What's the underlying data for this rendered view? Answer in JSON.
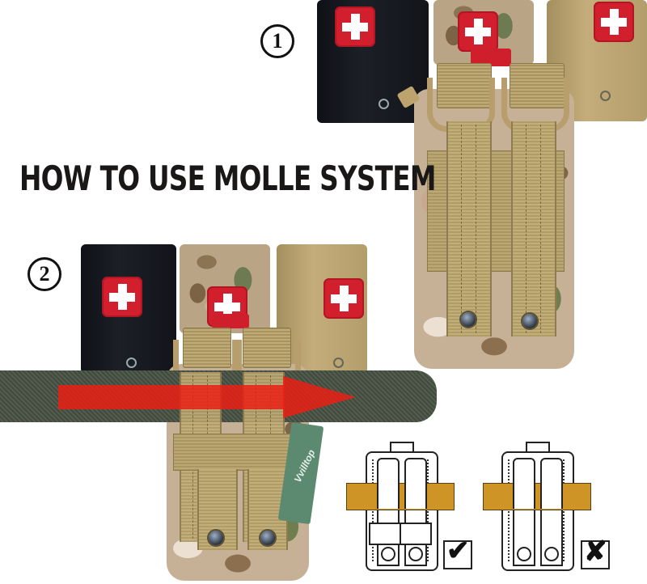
{
  "title": "HOW TO USE MOLLE SYSTEM",
  "steps": [
    {
      "number": "1"
    },
    {
      "number": "2"
    }
  ],
  "brand_tag": {
    "text": "Vvilltop"
  },
  "patch_icon": "medical-cross-icon",
  "diagrams": [
    {
      "label": "correct",
      "mark": "✔",
      "mark_icon": "checkmark-icon"
    },
    {
      "label": "incorrect",
      "mark": "✘",
      "mark_icon": "x-mark-icon"
    }
  ],
  "colors": {
    "title": "#1a1717",
    "patch_red": "#d11f2e",
    "arrow_red": "#eb1e14",
    "belt_green": "#4a5346",
    "webbing_tan": "#b8a470",
    "diagram_band": "#cf9426",
    "tag_green": "#5b8a70"
  }
}
